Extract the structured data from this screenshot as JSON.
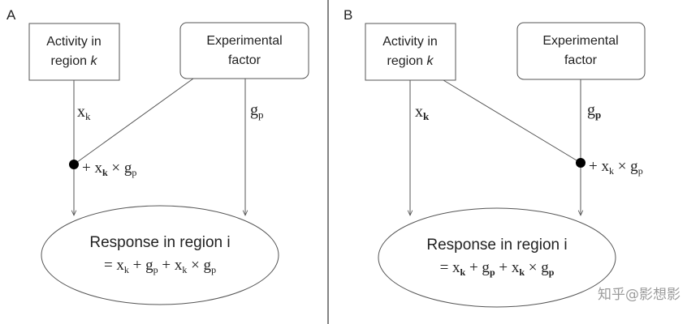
{
  "panels": [
    {
      "letter": "A",
      "box_left_line1": "Activity in",
      "box_left_line2": "region ",
      "box_left_k": "k",
      "box_right_line1": "Experimental",
      "box_right_line2": "factor",
      "label_xk": "x",
      "label_xk_sub": "k",
      "label_gp": "g",
      "label_gp_sub": "p",
      "interaction_plus": "+ x",
      "interaction_sub_k": "k",
      "interaction_times": " × g",
      "interaction_sub_p": "p",
      "response_line1": "Response in region i",
      "resp_eq": "= x",
      "resp_k1": "k",
      "resp_plus_g": " + g",
      "resp_p1": "p",
      "resp_plus_x": " + x",
      "resp_k2": "k",
      "resp_times_g": " × g",
      "resp_p2": "p"
    },
    {
      "letter": "B",
      "box_left_line1": "Activity in",
      "box_left_line2": "region ",
      "box_left_k": "k",
      "box_right_line1": "Experimental",
      "box_right_line2": "factor",
      "label_xk": "x",
      "label_xk_sub": "k",
      "label_gp": "g",
      "label_gp_sub": "p",
      "interaction_plus": "+ x",
      "interaction_sub_k": "k",
      "interaction_times": " × g",
      "interaction_sub_p": "p",
      "response_line1": "Response in region i",
      "resp_eq": "= x",
      "resp_k1": "k",
      "resp_plus_g": " + g",
      "resp_p1": "p",
      "resp_plus_x": " + x",
      "resp_k2": "k",
      "resp_times_g": " × g",
      "resp_p2": "p"
    }
  ],
  "watermark": "知乎@影想影",
  "colors": {
    "line": "#555555",
    "dot": "#000000",
    "divider": "#333333",
    "text": "#222222"
  }
}
